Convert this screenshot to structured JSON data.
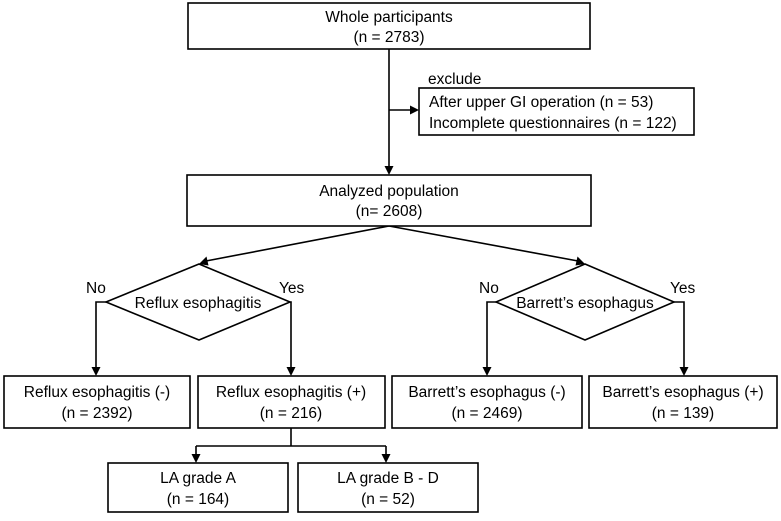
{
  "nodes": {
    "whole": {
      "line1": "Whole participants",
      "line2": "(n = 2783)"
    },
    "exclude_label": "exclude",
    "exclude": {
      "line1": "After upper GI operation (n = 53)",
      "line2": "Incomplete questionnaires (n = 122)"
    },
    "analyzed": {
      "line1": "Analyzed population",
      "line2": "(n= 2608)"
    },
    "reflux_decision": "Reflux esophagitis",
    "barrett_decision": "Barrett’s esophagus",
    "reflux_no_label": "No",
    "reflux_yes_label": "Yes",
    "barrett_no_label": "No",
    "barrett_yes_label": "Yes",
    "reflux_neg": {
      "line1": "Reflux esophagitis (-)",
      "line2": "(n = 2392)"
    },
    "reflux_pos": {
      "line1": "Reflux esophagitis (+)",
      "line2": "(n = 216)"
    },
    "barrett_neg": {
      "line1": "Barrett’s esophagus (-)",
      "line2": "(n = 2469)"
    },
    "barrett_pos": {
      "line1": "Barrett’s esophagus (+)",
      "line2": "(n = 139)"
    },
    "la_a": {
      "line1": "LA grade A",
      "line2": "(n = 164)"
    },
    "la_bd": {
      "line1": "LA grade B - D",
      "line2": "(n = 52)"
    }
  }
}
